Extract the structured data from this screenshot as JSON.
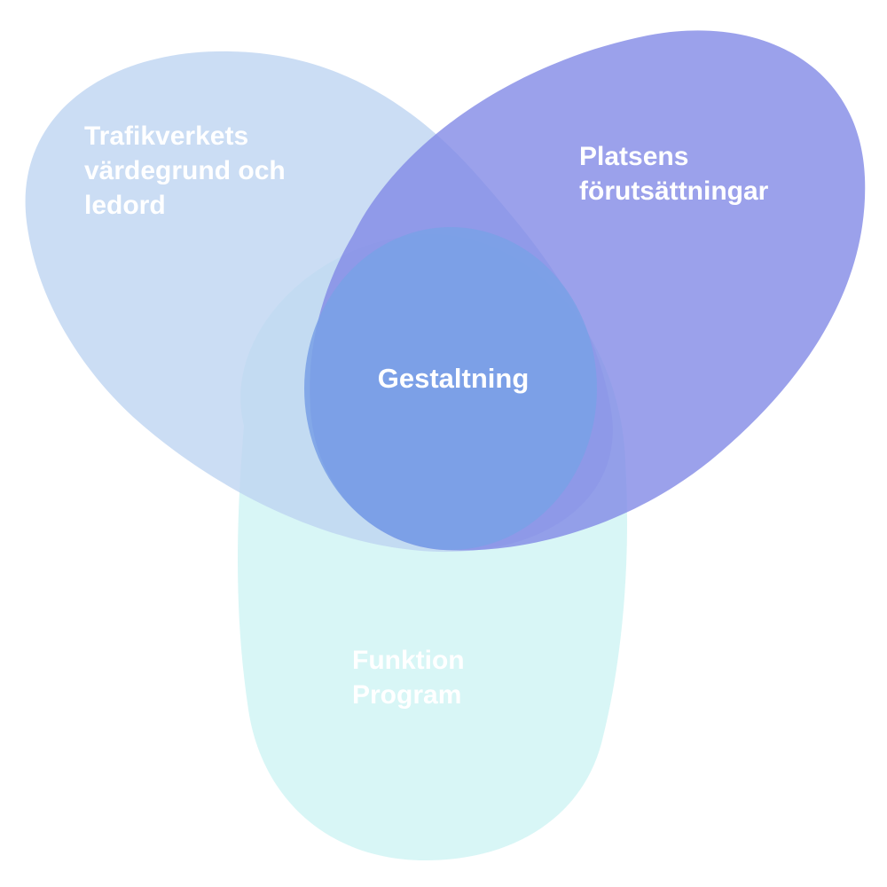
{
  "diagram": {
    "type": "venn",
    "sets": {
      "left": {
        "lines": [
          "Trafikverkets",
          "värdegrund och",
          "ledord"
        ],
        "color": "#bcd3f1"
      },
      "right": {
        "lines": [
          "Platsens",
          "förutsättningar"
        ],
        "color": "#7f87e6"
      },
      "bottom": {
        "lines": [
          "Funktion",
          "Program"
        ],
        "color": "#c9f3f3"
      }
    },
    "center": {
      "label": "Gestaltning",
      "color": "#7aa0e6"
    },
    "background": "#ffffff"
  }
}
